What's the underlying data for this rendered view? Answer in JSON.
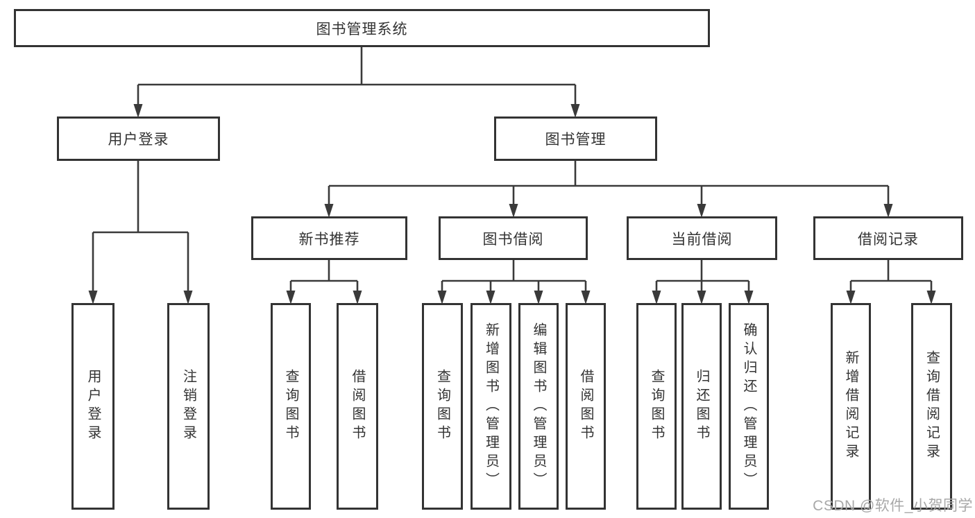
{
  "colors": {
    "line": "#3a3a3a",
    "box_border": "#333333",
    "label_text": "#333333",
    "watermark_text": "#a8a8a8",
    "background": "#ffffff"
  },
  "watermark": {
    "text": "CSDN @软件_小贺同学"
  },
  "diagram": {
    "type": "hierarchy-tree",
    "root": {
      "label": "图书管理系统"
    },
    "children": [
      {
        "label": "用户登录",
        "children": [
          {
            "label": "用户登录"
          },
          {
            "label": "注销登录"
          }
        ]
      },
      {
        "label": "图书管理",
        "children": [
          {
            "label": "新书推荐",
            "children": [
              {
                "label": "查询图书"
              },
              {
                "label": "借阅图书"
              }
            ]
          },
          {
            "label": "图书借阅",
            "children": [
              {
                "label": "查询图书"
              },
              {
                "label": "新增图书（管理员）"
              },
              {
                "label": "编辑图书（管理员）"
              },
              {
                "label": "借阅图书"
              }
            ]
          },
          {
            "label": "当前借阅",
            "children": [
              {
                "label": "查询图书"
              },
              {
                "label": "归还图书"
              },
              {
                "label": "确认归还（管理员）"
              }
            ]
          },
          {
            "label": "借阅记录",
            "children": [
              {
                "label": "新增借阅记录"
              },
              {
                "label": "查询借阅记录"
              }
            ]
          }
        ]
      }
    ]
  }
}
